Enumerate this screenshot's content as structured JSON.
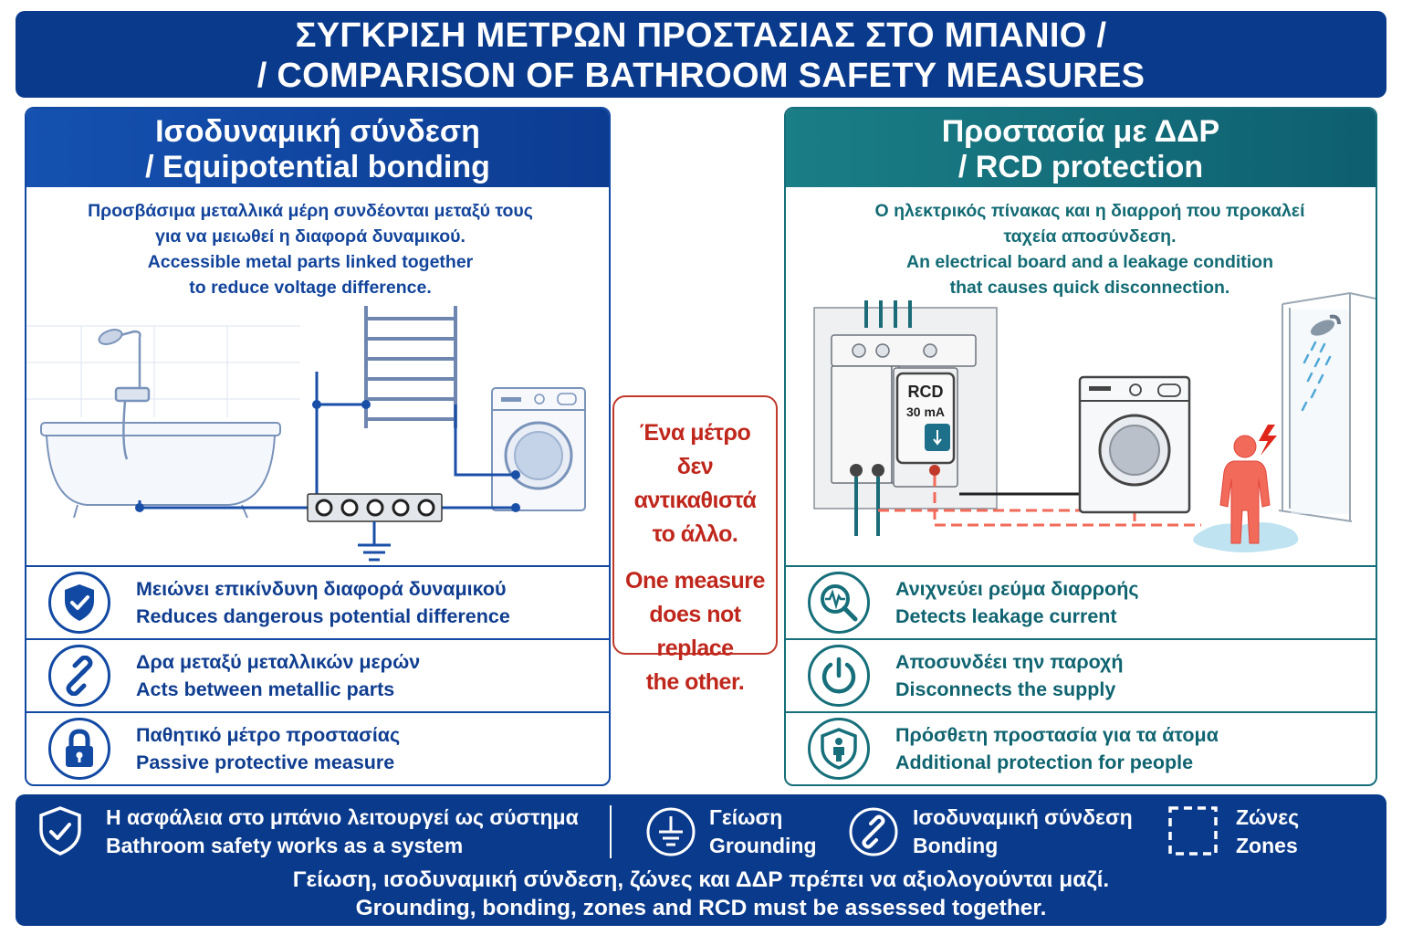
{
  "banner": {
    "line1": "ΣΥΓΚΡΙΣΗ ΜΕΤΡΩΝ ΠΡΟΣΤΑΣΙΑΣ ΣΤΟ ΜΠΑΝΙΟ /",
    "line2": "/ COMPARISON OF BATHROOM SAFETY MEASURES"
  },
  "left": {
    "title1": "Ισοδυναμική σύνδεση",
    "title2": "/ Equipotential bonding",
    "desc": [
      "Προσβάσιμα μεταλλικά μέρη συνδέονται μεταξύ τους",
      "για να μειωθεί η διαφορά δυναμικού.",
      "Accessible metal parts linked together",
      "to reduce voltage difference."
    ],
    "features": [
      {
        "icon": "shield-check-icon",
        "gr": "Μειώνει επικίνδυνη διαφορά δυναμικού",
        "en": "Reduces dangerous potential difference"
      },
      {
        "icon": "link-icon",
        "gr": "Δρα μεταξύ μεταλλικών μερών",
        "en": "Acts between metallic parts"
      },
      {
        "icon": "lock-icon",
        "gr": "Παθητικό μέτρο προστασίας",
        "en": "Passive protective measure"
      }
    ]
  },
  "right": {
    "title1": "Προστασία με ΔΔΡ",
    "title2": "/ RCD protection",
    "desc": [
      "Ο ηλεκτρικός πίνακας και η διαρροή που προκαλεί",
      "ταχεία αποσύνδεση.",
      "An electrical board and a leakage condition",
      "that causes quick disconnection."
    ],
    "rcd_label": "RCD",
    "rcd_rating": "30 mA",
    "features": [
      {
        "icon": "leak-detect-icon",
        "gr": "Ανιχνεύει ρεύμα διαρροής",
        "en": "Detects leakage current"
      },
      {
        "icon": "power-icon",
        "gr": "Αποσυνδέει την παροχή",
        "en": "Disconnects the supply"
      },
      {
        "icon": "person-shield-icon",
        "gr": "Πρόσθετη προστασία για τα άτομα",
        "en": "Additional protection for people"
      }
    ]
  },
  "callout": {
    "gr": [
      "Ένα μέτρο",
      "δεν αντικαθιστά",
      "το άλλο."
    ],
    "en": [
      "One measure",
      "does not replace",
      "the other."
    ]
  },
  "footer": {
    "system_gr": "Η ασφάλεια στο μπάνιο λειτουργεί ως σύστημα",
    "system_en": "Bathroom safety works as a system",
    "grounding_gr": "Γείωση",
    "grounding_en": "Grounding",
    "bonding_gr": "Ισοδυναμική σύνδεση",
    "bonding_en": "Bonding",
    "zones_gr": "Ζώνες",
    "zones_en": "Zones",
    "summary_gr": "Γείωση, ισοδυναμική σύνδεση, ζώνες και ΔΔΡ πρέπει να αξιολογούνται μαζί.",
    "summary_en": "Grounding, bonding, zones and RCD must be assessed together."
  },
  "colors": {
    "navy": "#0a3a8c",
    "blue": "#1249a3",
    "teal": "#166f7a",
    "red": "#c0271c",
    "leak": "#f26a5a"
  }
}
